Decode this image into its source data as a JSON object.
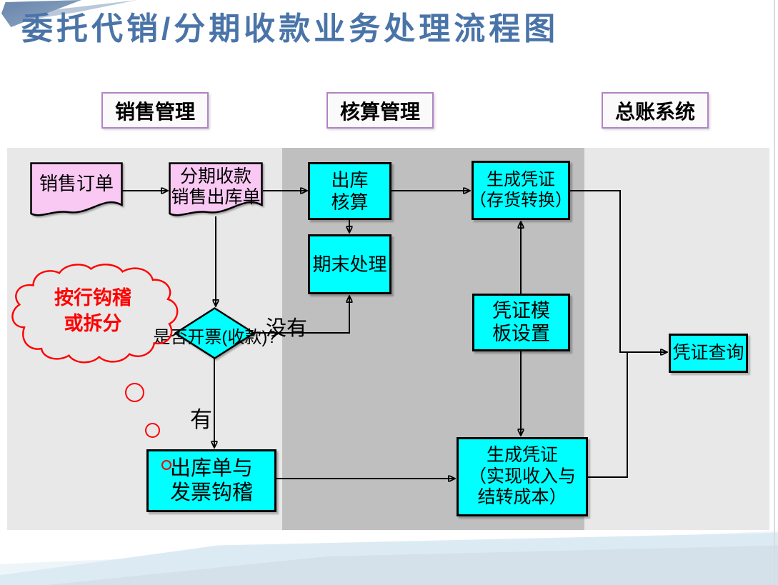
{
  "title": "委托代销/分期收款业务处理流程图",
  "headers": {
    "sales": "销售管理",
    "accounting": "核算管理",
    "ledger": "总账系统"
  },
  "nodes": {
    "sales_order": {
      "label": "销售订单"
    },
    "installment_delivery": {
      "line1": "分期收款",
      "line2": "销售出库单"
    },
    "delivery_accounting": {
      "line1": "出库",
      "line2": "核算"
    },
    "period_end": {
      "label": "期末处理"
    },
    "voucher_inventory": {
      "line1": "生成凭证",
      "line2": "（存货转换）"
    },
    "voucher_template": {
      "line1": "凭证模",
      "line2": "板设置"
    },
    "voucher_revenue": {
      "line1": "生成凭证",
      "line2": "（实现收入与",
      "line3": "结转成本）"
    },
    "voucher_query": {
      "label": "凭证查询"
    },
    "decision": {
      "label": "是否开票(收款)?"
    },
    "invoice_reconcile": {
      "line1": "出库单与",
      "line2": "发票钩稽"
    }
  },
  "edge_labels": {
    "no": "没有",
    "yes": "有"
  },
  "annotation_cloud": {
    "line1": "按行钩稽",
    "line2": "或拆分"
  },
  "colors": {
    "title_text": "#4A74A8",
    "node_fill": "#00FFFF",
    "document_fill": "#F9C8F3",
    "annotation_red": "#FF0000",
    "column_dark": "#BFBFBF",
    "column_light": "#E8E8E8",
    "header_border": "#B283C4",
    "connector": "#000000"
  }
}
